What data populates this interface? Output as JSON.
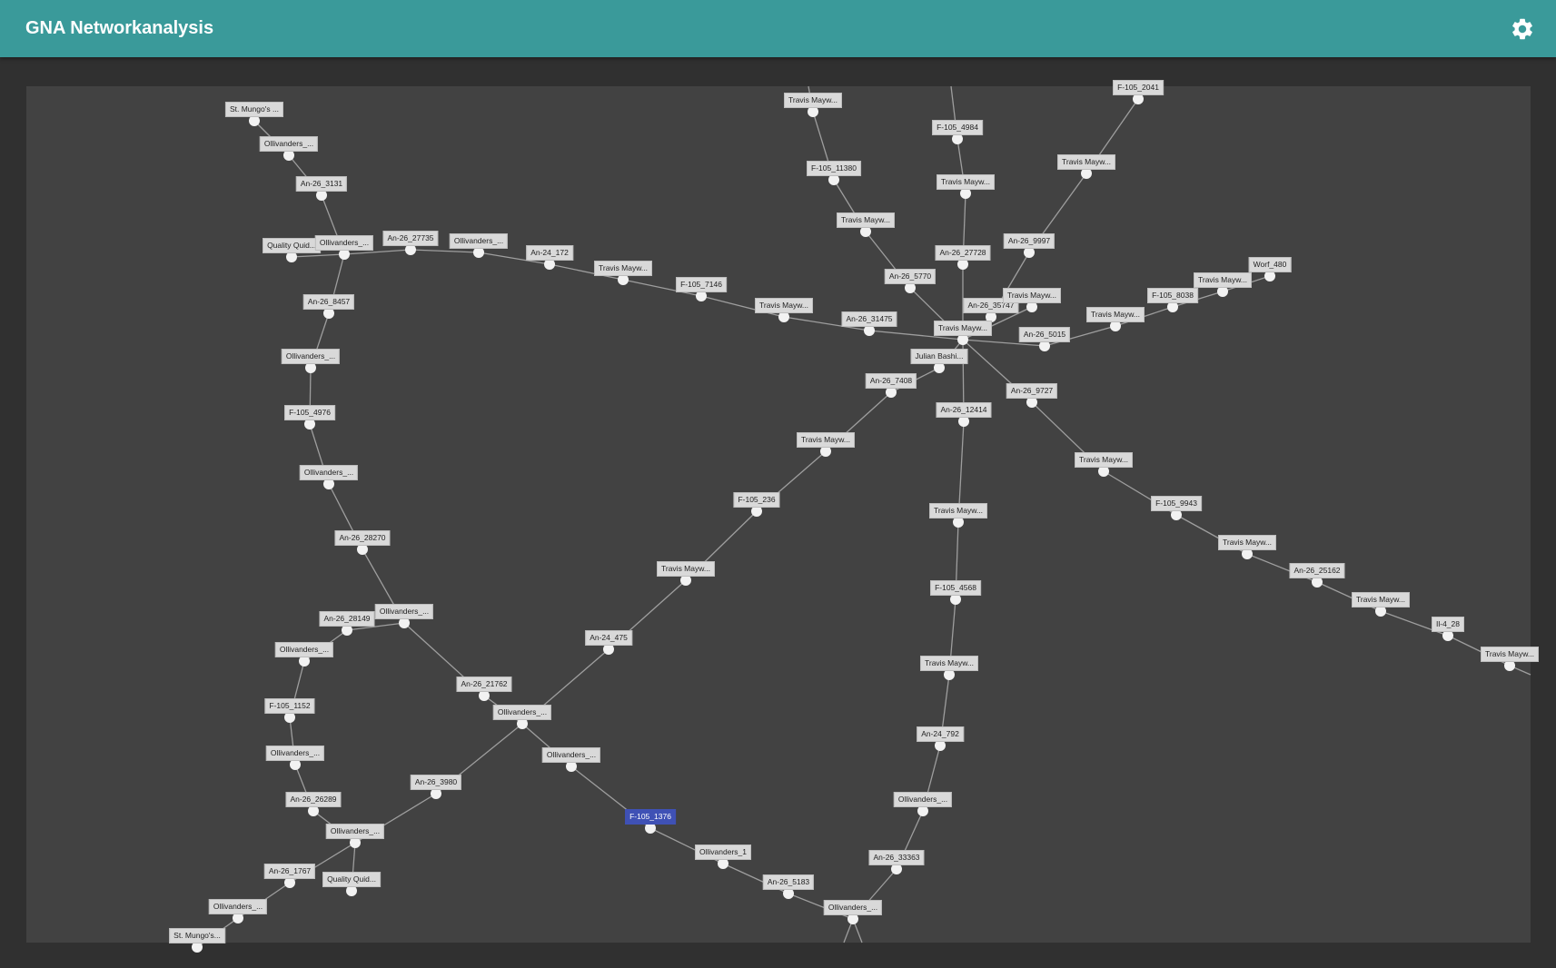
{
  "app": {
    "title": "GNA Networkanalysis",
    "settings_icon": "gear-icon"
  },
  "graph": {
    "selected": "F-105_1376",
    "nodes": [
      {
        "id": "tr1",
        "label": "Travis Mayw..."
      },
      {
        "id": "n4984",
        "label": "F-105_4984"
      },
      {
        "id": "n2041",
        "label": "F-105_2041"
      },
      {
        "id": "n11380",
        "label": "F-105_11380"
      },
      {
        "id": "tr2",
        "label": "Travis Mayw..."
      },
      {
        "id": "tr3",
        "label": "Travis Mayw..."
      },
      {
        "id": "tr4",
        "label": "Travis Mayw..."
      },
      {
        "id": "mungo1",
        "label": "St. Mungo's ..."
      },
      {
        "id": "oll1",
        "label": "Ollivanders_..."
      },
      {
        "id": "a3131",
        "label": "An-26_3131"
      },
      {
        "id": "qq1",
        "label": "Quality Quid..."
      },
      {
        "id": "oll2",
        "label": "Ollivanders_..."
      },
      {
        "id": "a27735",
        "label": "An-26_27735"
      },
      {
        "id": "oll3",
        "label": "Ollivanders_..."
      },
      {
        "id": "a24172",
        "label": "An-24_172"
      },
      {
        "id": "tr5",
        "label": "Travis Mayw..."
      },
      {
        "id": "f7146",
        "label": "F-105_7146"
      },
      {
        "id": "tr6",
        "label": "Travis Mayw..."
      },
      {
        "id": "a31475",
        "label": "An-26_31475"
      },
      {
        "id": "a8457",
        "label": "An-26_8457"
      },
      {
        "id": "a27728",
        "label": "An-26_27728"
      },
      {
        "id": "a9997",
        "label": "An-26_9997"
      },
      {
        "id": "a5770",
        "label": "An-26_5770"
      },
      {
        "id": "a35747",
        "label": "An-26_35747"
      },
      {
        "id": "tr7",
        "label": "Travis Mayw..."
      },
      {
        "id": "f8038",
        "label": "F-105_8038"
      },
      {
        "id": "tr8",
        "label": "Travis Mayw..."
      },
      {
        "id": "worf",
        "label": "Worf_480"
      },
      {
        "id": "tr9",
        "label": "Travis Mayw..."
      },
      {
        "id": "hub",
        "label": "Travis Mayw..."
      },
      {
        "id": "a5015",
        "label": "An-26_5015"
      },
      {
        "id": "oll4",
        "label": "Ollivanders_..."
      },
      {
        "id": "julian",
        "label": "Julian Bashi..."
      },
      {
        "id": "a7408",
        "label": "An-26_7408"
      },
      {
        "id": "a9727",
        "label": "An-26_9727"
      },
      {
        "id": "f4976",
        "label": "F-105_4976"
      },
      {
        "id": "a12414",
        "label": "An-26_12414"
      },
      {
        "id": "tr10",
        "label": "Travis Mayw..."
      },
      {
        "id": "oll5",
        "label": "Ollivanders_..."
      },
      {
        "id": "tr11",
        "label": "Travis Mayw..."
      },
      {
        "id": "f236",
        "label": "F-105_236"
      },
      {
        "id": "f9943",
        "label": "F-105_9943"
      },
      {
        "id": "tr12",
        "label": "Travis Mayw..."
      },
      {
        "id": "a28270",
        "label": "An-26_28270"
      },
      {
        "id": "tr13",
        "label": "Travis Mayw..."
      },
      {
        "id": "tr14",
        "label": "Travis Mayw..."
      },
      {
        "id": "a25162",
        "label": "An-26_25162"
      },
      {
        "id": "f4568",
        "label": "F-105_4568"
      },
      {
        "id": "tr15",
        "label": "Travis Mayw..."
      },
      {
        "id": "oll6",
        "label": "Ollivanders_..."
      },
      {
        "id": "a28149",
        "label": "An-26_28149"
      },
      {
        "id": "il428",
        "label": "Il-4_28"
      },
      {
        "id": "a24475",
        "label": "An-24_475"
      },
      {
        "id": "oll7",
        "label": "Ollivanders_..."
      },
      {
        "id": "tr16",
        "label": "Travis Mayw..."
      },
      {
        "id": "tr17",
        "label": "Travis Mayw..."
      },
      {
        "id": "a21762",
        "label": "An-26_21762"
      },
      {
        "id": "f1152",
        "label": "F-105_1152"
      },
      {
        "id": "oll8",
        "label": "Ollivanders_..."
      },
      {
        "id": "a24792",
        "label": "An-24_792"
      },
      {
        "id": "oll9",
        "label": "Ollivanders_..."
      },
      {
        "id": "oll10",
        "label": "Ollivanders_..."
      },
      {
        "id": "a3980",
        "label": "An-26_3980"
      },
      {
        "id": "a26289",
        "label": "An-26_26289"
      },
      {
        "id": "oll11",
        "label": "Ollivanders_..."
      },
      {
        "id": "f1376",
        "label": "F-105_1376"
      },
      {
        "id": "oll12",
        "label": "Ollivanders_..."
      },
      {
        "id": "oll13",
        "label": "Ollivanders_1"
      },
      {
        "id": "a33363",
        "label": "An-26_33363"
      },
      {
        "id": "a1767",
        "label": "An-26_1767"
      },
      {
        "id": "qq2",
        "label": "Quality Quid..."
      },
      {
        "id": "a5183",
        "label": "An-26_5183"
      },
      {
        "id": "oll14",
        "label": "Ollivanders_..."
      },
      {
        "id": "oll15",
        "label": "Ollivanders_..."
      },
      {
        "id": "mungo2",
        "label": "St. Mungo's..."
      }
    ]
  }
}
